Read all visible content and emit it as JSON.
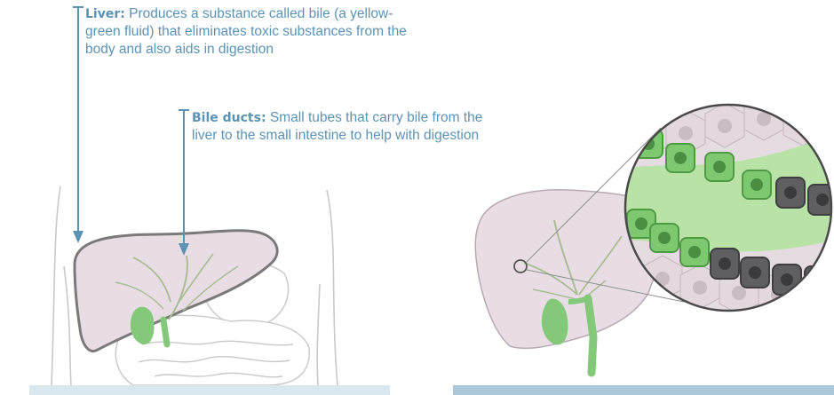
{
  "liver_callout": {
    "term": "Liver:",
    "description": "Produces a substance called bile (a yellow-green fluid) that eliminates toxic substances from the body and also aids in digestion"
  },
  "bile_ducts_callout": {
    "term": "Bile ducts:",
    "description": "Small tubes that carry bile from the liver to the small intestine to help with digestion"
  },
  "colors": {
    "callout_text": "#5b93b4",
    "liver_fill": "#e9dde5",
    "bile_green": "#84c97a",
    "bile_duct_cell": "#7ec86f",
    "abnormal_cell": "#5f5f62",
    "ground_left": "#d9e7ef",
    "ground_right": "#a8c7d8"
  }
}
